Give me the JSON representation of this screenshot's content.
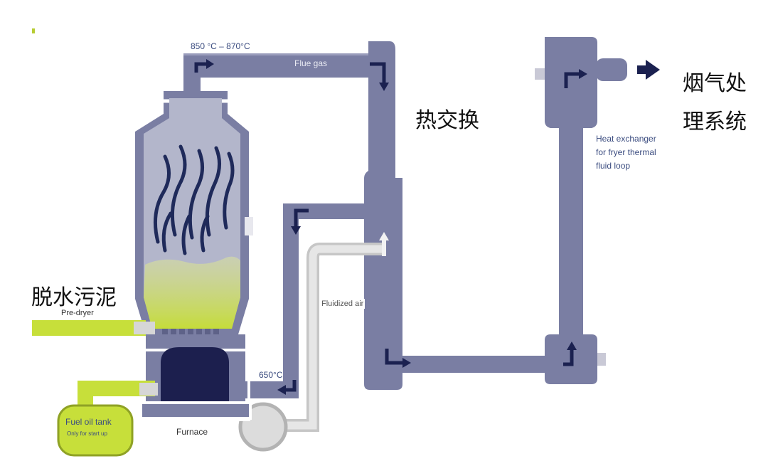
{
  "labels": {
    "temp_top": "850 °C – 870°C",
    "flue_gas": "Flue gas",
    "heat_exchange_cn": "热交换",
    "fluegas_treatment_cn_line1": "烟气处",
    "fluegas_treatment_cn_line2": "理系统",
    "hx_fryer_line1": "Heat exchanger",
    "hx_fryer_line2": "for fryer thermal",
    "hx_fryer_line3": "fluid loop",
    "sludge_cn": "脱水污泥",
    "predryer": "Pre-dryer",
    "fluidized_air": "Fluidized air",
    "temp_650": "650°C",
    "fuel_tank": "Fuel oil tank",
    "fuel_tank_note": "Only for start up",
    "furnace": "Furnace"
  },
  "colors": {
    "pipe": "#7a7ea3",
    "pipe_dark": "#5e6288",
    "arrow": "#1b2150",
    "vessel_fill": "#b3b6cb",
    "vessel_outline": "#ffffff",
    "flame": "#1f2a5a",
    "green": "#c7df3a",
    "air_pipe": "#d6d6d6",
    "furnace_core": "#1c1f4e",
    "label_blue": "#3c4d80"
  }
}
